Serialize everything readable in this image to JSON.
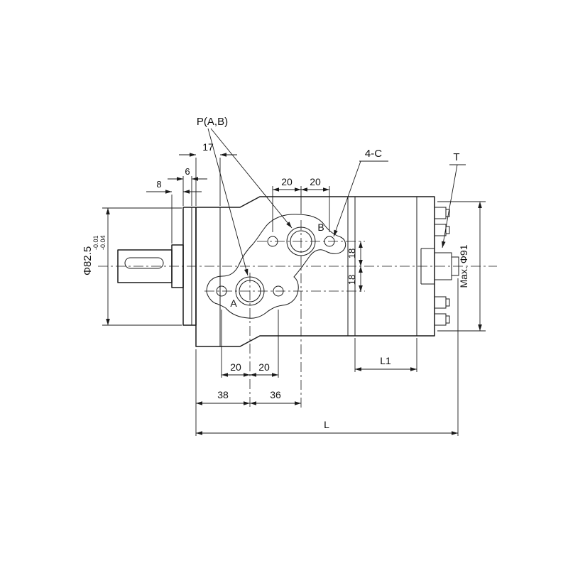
{
  "drawing": {
    "labels": {
      "ports": "P(A,B)",
      "corner_holes": "4-C",
      "t": "T",
      "port_a": "A",
      "port_b": "B"
    },
    "dims": {
      "d17": "17",
      "d6": "6",
      "d8": "8",
      "top20a": "20",
      "top20b": "20",
      "d18a": "18",
      "d18b": "18",
      "bot20a": "20",
      "bot20b": "20",
      "d38": "38",
      "d36": "36",
      "l1": "L1",
      "l": "L",
      "shaft_dia": "Φ82.5",
      "shaft_tol_hi": "-0.01",
      "shaft_tol_lo": "-0.04",
      "max_dia": "Max. Φ91"
    }
  }
}
